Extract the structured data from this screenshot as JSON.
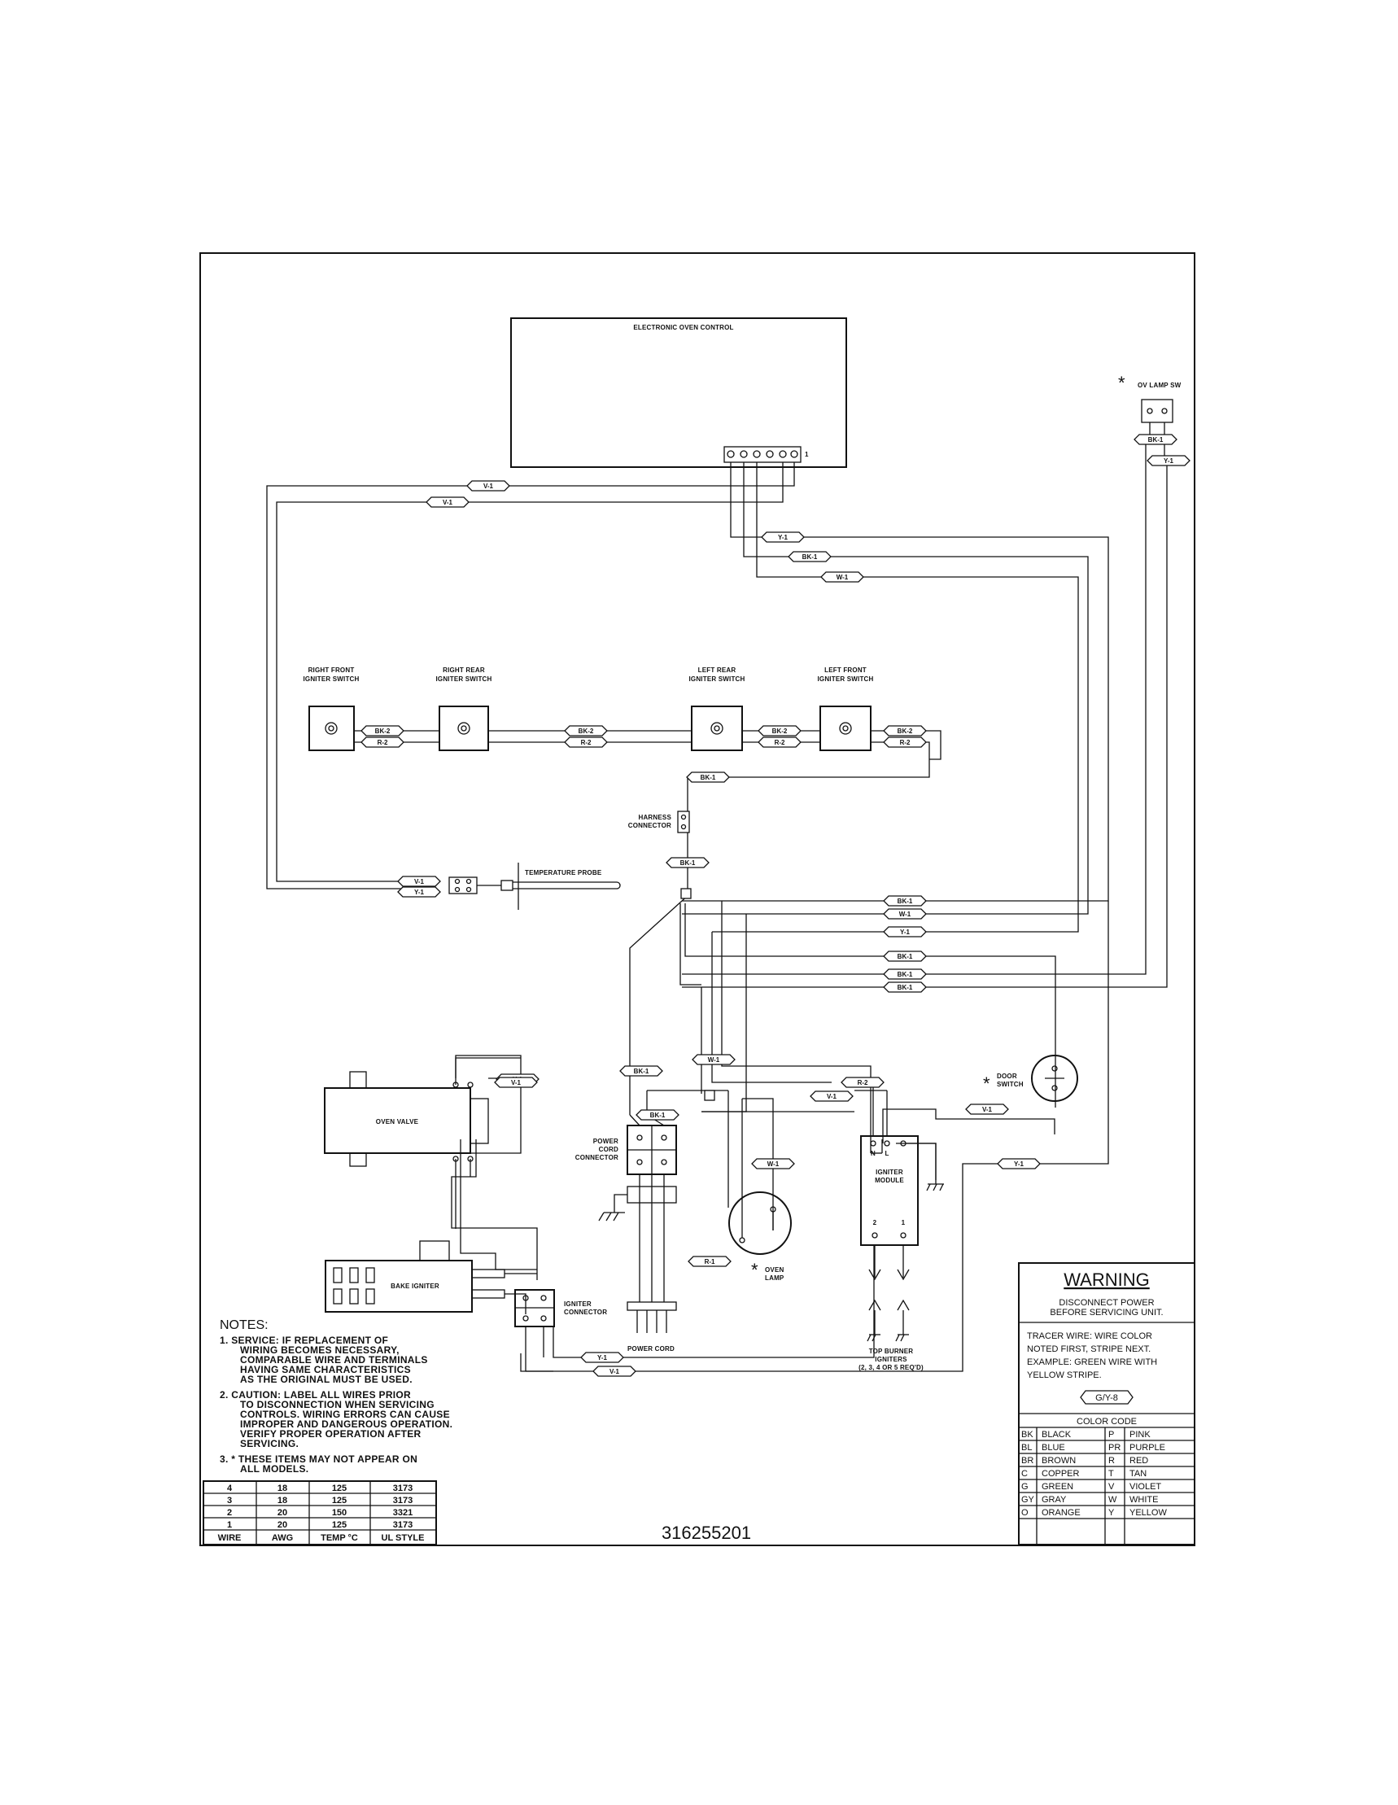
{
  "components": {
    "control": "ELECTRONIC OVEN CONTROL",
    "lamp_switch": "OV LAMP SW",
    "rf_igniter": [
      "RIGHT FRONT",
      "IGNITER SWITCH"
    ],
    "rr_igniter": [
      "RIGHT REAR",
      "IGNITER SWITCH"
    ],
    "lr_igniter": [
      "LEFT REAR",
      "IGNITER SWITCH"
    ],
    "lf_igniter": [
      "LEFT FRONT",
      "IGNITER SWITCH"
    ],
    "harness": [
      "HARNESS",
      "CONNECTOR"
    ],
    "probe": "TEMPERATURE PROBE",
    "door_switch": [
      "DOOR",
      "SWITCH"
    ],
    "oven_valve": "OVEN VALVE",
    "bake_igniter": "BAKE IGNITER",
    "power_cord_connector": [
      "POWER",
      "CORD",
      "CONNECTOR"
    ],
    "igniter_connector": [
      "IGNITER",
      "CONNECTOR"
    ],
    "power_cord": "POWER CORD",
    "oven_lamp": [
      "OVEN",
      "LAMP"
    ],
    "igniter_module": [
      "IGNITER",
      "MODULE"
    ],
    "module_pins": [
      "N",
      "L",
      "2",
      "1"
    ],
    "top_burner": [
      "TOP BURNER",
      "IGNITERS",
      "(2, 3, 4 OR 5 REQ'D)"
    ],
    "terminal_one": "1",
    "asterisk": "*"
  },
  "wire_labels": {
    "v1": "V-1",
    "bk1": "BK-1",
    "w1": "W-1",
    "y1": "Y-1",
    "bk2": "BK-2",
    "r2": "R-2",
    "r1": "R-1"
  },
  "notes": {
    "heading": "NOTES:",
    "n1": [
      "1.  SERVICE:  IF REPLACEMENT OF",
      "WIRING BECOMES NECESSARY,",
      "COMPARABLE WIRE AND TERMINALS",
      "HAVING SAME CHARACTERISTICS",
      "AS THE ORIGINAL MUST BE USED."
    ],
    "n2": [
      "2.  CAUTION:  LABEL ALL WIRES PRIOR",
      "TO DISCONNECTION WHEN SERVICING",
      "CONTROLS.  WIRING ERRORS CAN CAUSE",
      "IMPROPER AND DANGEROUS OPERATION.",
      "VERIFY PROPER OPERATION AFTER",
      "SERVICING."
    ],
    "n3": [
      "3.  * THESE ITEMS MAY NOT APPEAR ON",
      "ALL MODELS."
    ]
  },
  "wire_table": {
    "headers": [
      "WIRE",
      "AWG",
      "TEMP °C",
      "UL STYLE"
    ],
    "rows": [
      [
        "4",
        "18",
        "125",
        "3173"
      ],
      [
        "3",
        "18",
        "125",
        "3173"
      ],
      [
        "2",
        "20",
        "150",
        "3321"
      ],
      [
        "1",
        "20",
        "125",
        "3173"
      ]
    ]
  },
  "part_number": "316255201",
  "warning": {
    "title": "WARNING",
    "line1": "DISCONNECT POWER",
    "line2": "BEFORE SERVICING UNIT.",
    "tracer": [
      "TRACER WIRE:  WIRE COLOR",
      "NOTED FIRST, STRIPE NEXT.",
      "EXAMPLE:  GREEN WIRE WITH",
      "YELLOW STRIPE."
    ],
    "example": "G/Y-8"
  },
  "color_code": {
    "title": "COLOR CODE",
    "rows": [
      [
        "BK",
        "BLACK",
        "P",
        "PINK"
      ],
      [
        "BL",
        "BLUE",
        "PR",
        "PURPLE"
      ],
      [
        "BR",
        "BROWN",
        "R",
        "RED"
      ],
      [
        "C",
        "COPPER",
        "T",
        "TAN"
      ],
      [
        "G",
        "GREEN",
        "V",
        "VIOLET"
      ],
      [
        "GY",
        "GRAY",
        "W",
        "WHITE"
      ],
      [
        "O",
        "ORANGE",
        "Y",
        "YELLOW"
      ]
    ]
  }
}
